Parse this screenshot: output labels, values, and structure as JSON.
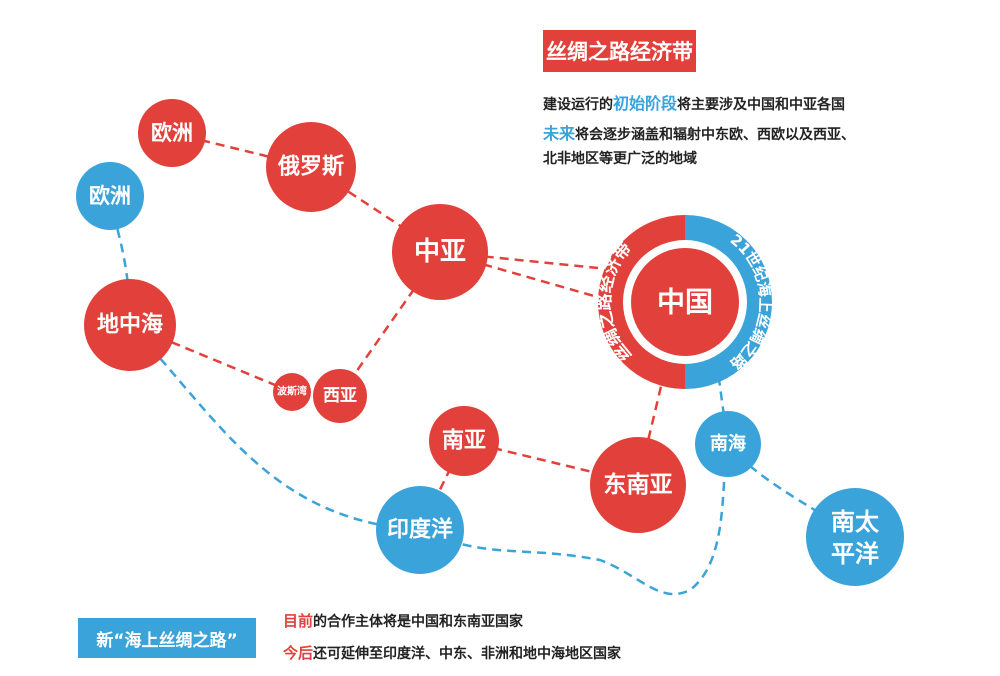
{
  "silk_road_belt": {
    "title": "丝绸之路经济带",
    "line1_highlight": "初始阶段",
    "line1_pre": "建设运行的",
    "line1_post": "将主要涉及中国和中亚各国",
    "line2_highlight": "未来",
    "line2_post": "将会逐步涵盖和辐射中东欧、西欧以及西亚、",
    "line3": "北非地区等更广泛的地域"
  },
  "maritime_road": {
    "title": "新“海上丝绸之路”",
    "line1_highlight": "目前",
    "line1_post": "的合作主体将是中国和东南亚国家",
    "line2_highlight": "今后",
    "line2_post": "还可延伸至印度洋、中东、非洲和地中海地区国家"
  },
  "center": {
    "label": "中国",
    "ring_left_text": "丝绸之路经济带",
    "ring_right_text": "21世纪海上丝绸之路"
  },
  "nodes": {
    "europe_red": "欧洲",
    "russia": "俄罗斯",
    "central_asia": "中亚",
    "mediterranean": "地中海",
    "persian_gulf": "波斯湾",
    "west_asia": "西亚",
    "south_asia": "南亚",
    "southeast_asia": "东南亚",
    "europe_blue": "欧洲",
    "indian_ocean": "印度洋",
    "south_china_sea": "南海",
    "south_pacific_1": "南太",
    "south_pacific_2": "平洋"
  },
  "colors": {
    "red": "#e2403b",
    "blue": "#3aa3d9"
  }
}
